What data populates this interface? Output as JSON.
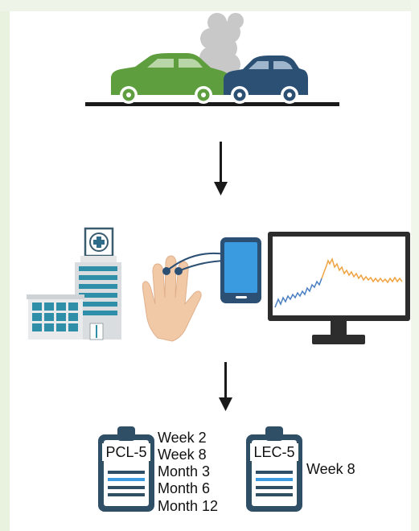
{
  "scales": {
    "pcl": {
      "name": "PCL-5",
      "timepoints": [
        "Week 2",
        "Week 8",
        "Month 3",
        "Month 6",
        "Month 12"
      ]
    },
    "lec": {
      "name": "LEC-5",
      "timepoints": [
        "Week 8"
      ]
    }
  },
  "icons": {
    "crash": "car-crash-icon",
    "hospital": "hospital-icon",
    "hand": "hand-with-electrodes-icon",
    "device": "phone-device-icon",
    "monitor": "signal-monitor-icon",
    "clipboard": "clipboard-icon",
    "arrow": "down-arrow-icon"
  },
  "colors": {
    "green_car": "#5f9e3f",
    "blue_car": "#2c4f74",
    "smoke": "#c9c9c9",
    "device_blue": "#3b9be0",
    "clipboard_dark": "#2f4f66",
    "signal_blue": "#4a7fc1",
    "signal_orange": "#f0a341",
    "background_tint": "#e9f1df"
  }
}
